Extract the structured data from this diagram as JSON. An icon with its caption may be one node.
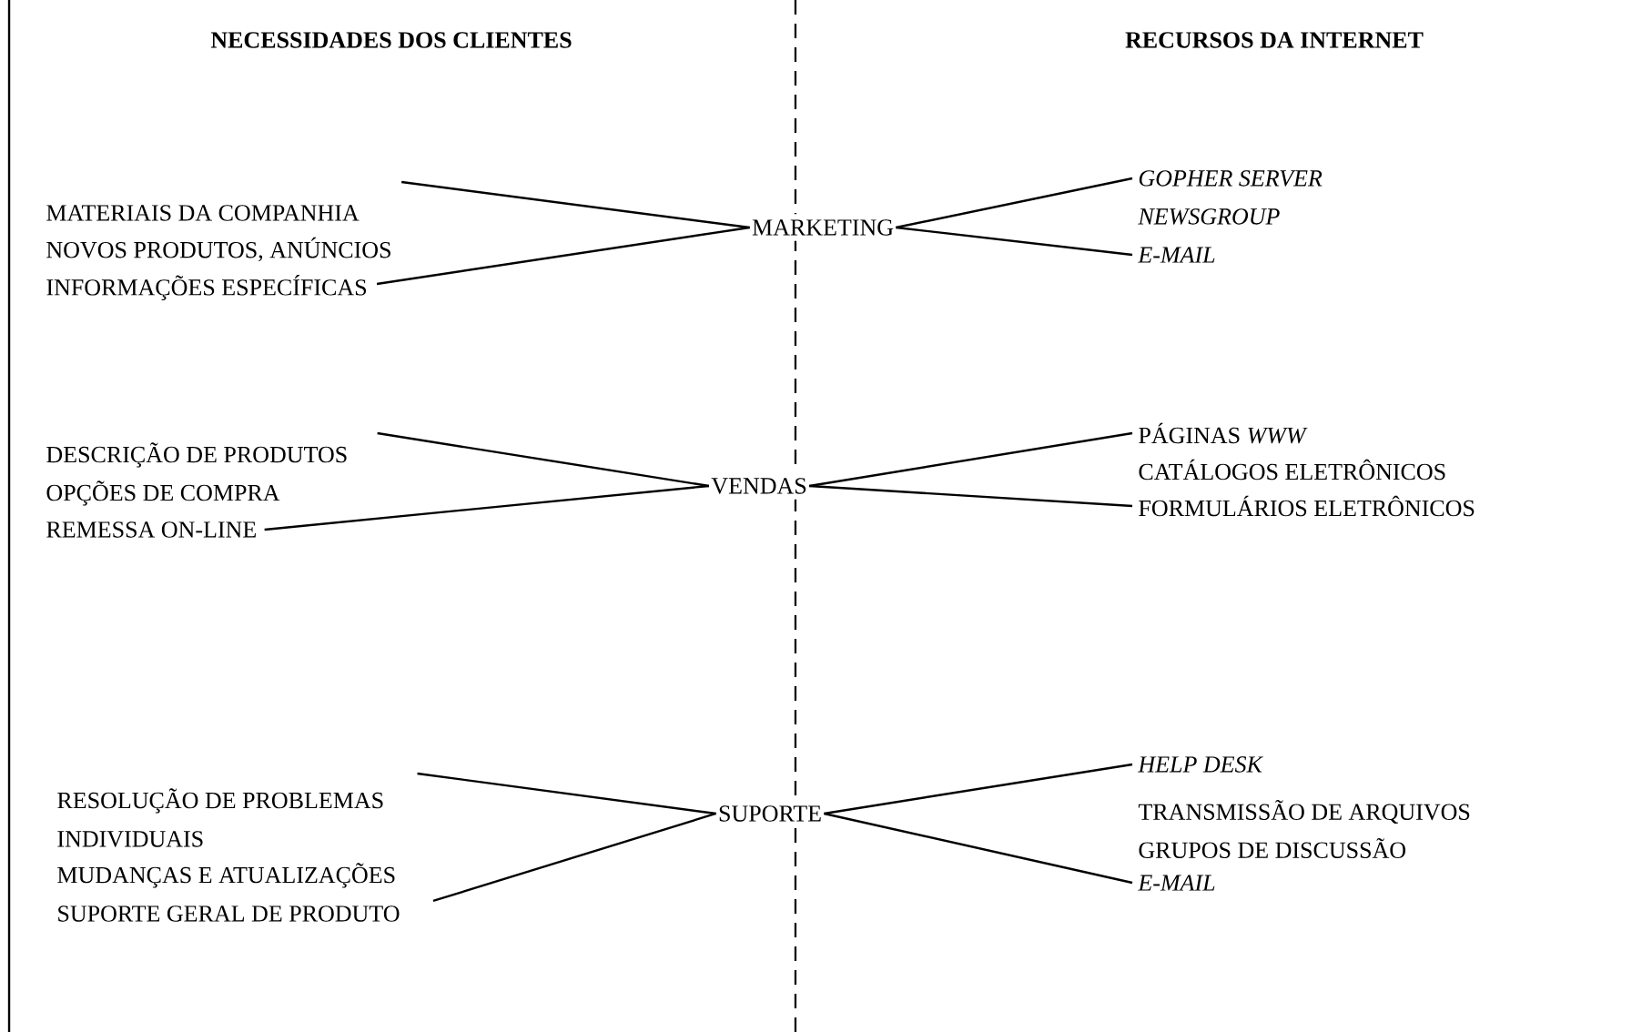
{
  "diagram": {
    "nodes": [
      {
        "text": [
          "MATERIAIS DA COMPANHIA"
        ]
      },
      {
        "text": [
          "NOVOS PRODUTOS, ANÚNCIOS"
        ]
      },
      {
        "text": [
          "INFORMAÇÕES ESPECÍFICAS"
        ]
      },
      {
        "text": [
          "MARKETING"
        ]
      },
      {
        "text": [
          "GOPHER SERVER"
        ]
      },
      {
        "text": [
          "NEWSGROUP"
        ]
      },
      {
        "text": [
          "E-MAIL"
        ]
      },
      {
        "text": [
          "DESCRIÇÃO DE PRODUTOS"
        ]
      },
      {
        "text": [
          "OPÇÕES DE COMPRA"
        ]
      },
      {
        "text": [
          "REMESSA ON-LINE"
        ]
      },
      {
        "text": [
          "VENDAS"
        ]
      },
      {
        "text": [
          "PÁGINAS *WWW*"
        ]
      },
      {
        "text": [
          "CATÁLOGOS ELETRÔNICOS"
        ]
      },
      {
        "text": [
          "FORMULÁRIOS ELETRÔNICOS"
        ]
      },
      {
        "text": [
          "RESOLUÇÃO DE PROBLEMAS"
        ]
      },
      {
        "text": [
          "INDIVIDUAIS"
        ]
      },
      {
        "text": [
          "MUDANÇAS E ATUALIZAÇÕES"
        ]
      },
      {
        "text": [
          "SUPORTE GERAL DE PRODUTO"
        ]
      },
      {
        "text": [
          "SUPORTE"
        ]
      },
      {
        "text": [
          "HELP DESK"
        ]
      },
      {
        "text": [
          "TRANSMISSÃO DE ARQUIVOS"
        ]
      },
      {
        "text": [
          "GRUPOS DE DISCUSSÃO"
        ]
      },
      {
        "text": [
          "E-MAIL"
        ]
      }
    ],
    "edges": [
      {
        "from": 3,
        "to": 0,
        "arrow": "none"
      },
      {
        "from": 3,
        "to": 2,
        "arrow": "none"
      },
      {
        "from": 3,
        "to": 4,
        "arrow": "none"
      },
      {
        "from": 3,
        "to": 6,
        "arrow": "none"
      },
      {
        "from": 10,
        "to": 7,
        "arrow": "none"
      },
      {
        "from": 10,
        "to": 9,
        "arrow": "none"
      },
      {
        "from": 10,
        "to": 11,
        "arrow": "none"
      },
      {
        "from": 10,
        "to": 13,
        "arrow": "none"
      },
      {
        "from": 18,
        "to": 14,
        "arrow": "none"
      },
      {
        "from": 18,
        "to": 17,
        "arrow": "none"
      },
      {
        "from": 18,
        "to": 19,
        "arrow": "none"
      },
      {
        "from": 18,
        "to": 22,
        "arrow": "none"
      }
    ],
    "labels": [
      "NECESSIDADES DOS CLIENTES",
      "RECURSOS DA INTERNET"
    ]
  }
}
